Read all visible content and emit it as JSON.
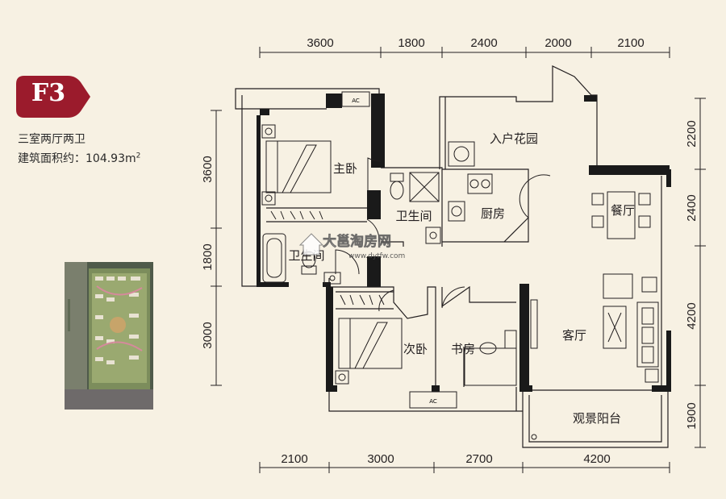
{
  "badge": {
    "label": "F3",
    "color": "#9b1b2c"
  },
  "unit_info": {
    "layout": "三室两厅两卫",
    "area_label": "建筑面积约：104.93m",
    "area_unit_sup": "2"
  },
  "dimensions": {
    "top": [
      "3600",
      "1800",
      "2400",
      "2000",
      "2100"
    ],
    "bottom": [
      "2100",
      "3000",
      "2700",
      "4200"
    ],
    "left": [
      "3600",
      "1800",
      "3000"
    ],
    "right": [
      "2200",
      "2400",
      "4200",
      "1900"
    ]
  },
  "rooms": {
    "entry_garden": "入户花园",
    "master_bedroom": "主卧",
    "bathroom_1": "卫生间",
    "kitchen": "厨房",
    "dining": "餐厅",
    "bathroom_2": "卫生间",
    "second_bedroom": "次卧",
    "study": "书房",
    "living": "客厅",
    "view_balcony": "观景阳台"
  },
  "ac_labels": [
    "AC",
    "AC"
  ],
  "watermark": {
    "text": "大邕淘房网",
    "url": "www.dytfw.com"
  },
  "colors": {
    "wall": "#1a1a1a",
    "badge": "#9b1b2c",
    "background": "#f7f1e3"
  },
  "icons": [
    "bed-icon",
    "toilet-icon",
    "bathtub-icon",
    "stove-icon",
    "sink-icon",
    "sofa-icon",
    "dining-table-icon",
    "desk-icon",
    "washing-machine-icon"
  ]
}
